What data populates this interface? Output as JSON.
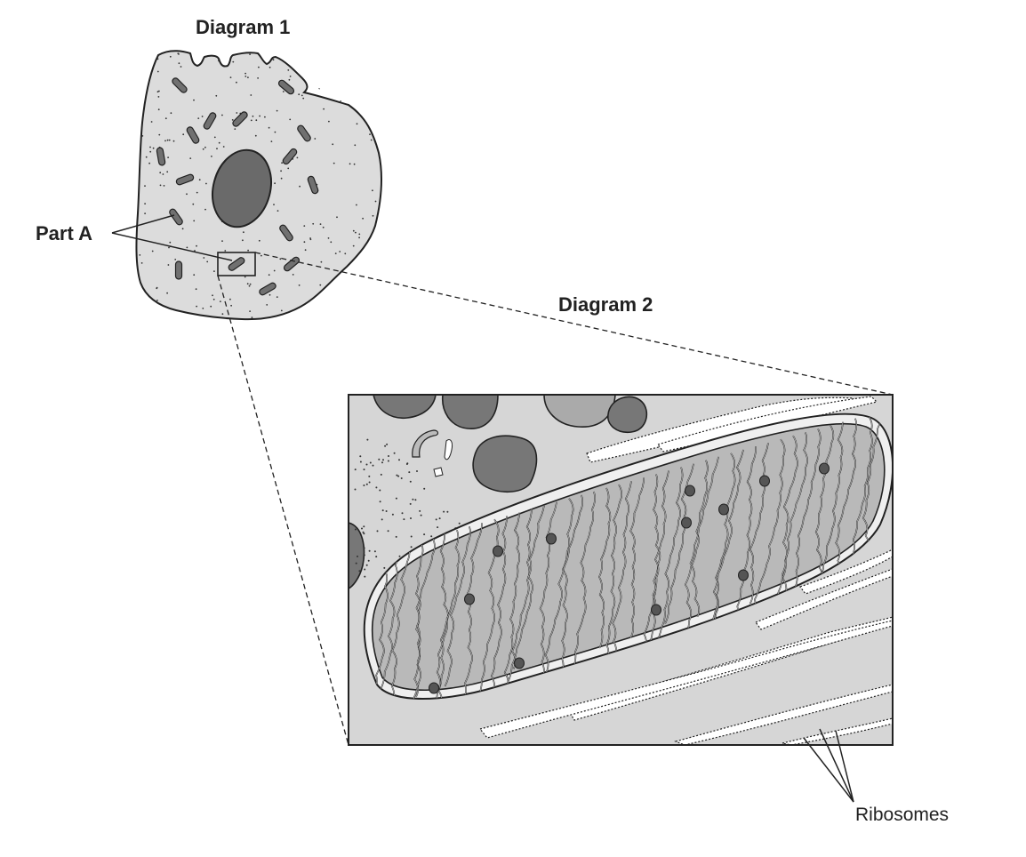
{
  "labels": {
    "diagram1_title": "Diagram 1",
    "diagram2_title": "Diagram 2",
    "part_a": "Part A",
    "ribosomes": "Ribosomes"
  },
  "colors": {
    "cell_fill": "#dcdcdc",
    "organelle_dark": "#707070",
    "nucleus": "#6a6a6a",
    "mito_inner": "#b9b9b9",
    "box_background": "#d6d6d6",
    "line": "#222222"
  }
}
